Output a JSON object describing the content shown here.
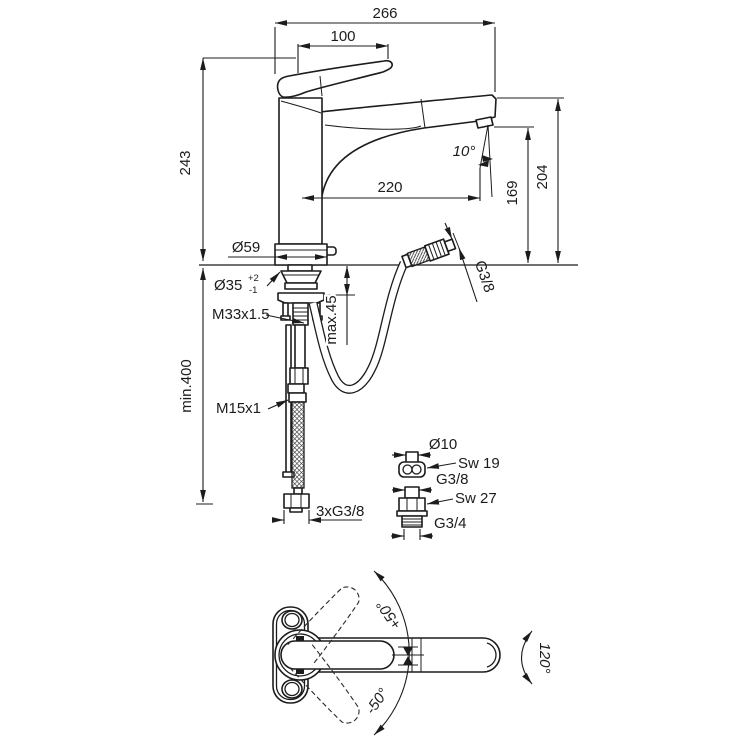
{
  "drawing": {
    "type": "technical-dimension-drawing",
    "subject": "kitchen mixer tap with pull-out spray: side elevation with installation dimensions, connector detail and plan view with swivel angles",
    "colors": {
      "background": "#ffffff",
      "line": "#1c1c1c"
    },
    "main_view": {
      "dim_overall_depth": "266",
      "dim_handle_reach": "100",
      "dim_height_above_deck": "243",
      "dim_spout_reach": "220",
      "dim_spray_angle": "10°",
      "dim_outlet_height": "169",
      "dim_head_height": "204",
      "dim_base_diameter": "Ø59",
      "dim_hole_diameter": "Ø35",
      "dim_hole_tol_upper": "+2",
      "dim_hole_tol_lower": "-1",
      "dim_shank_thread": "M33x1.5",
      "dim_max_deck_thickness": "max.45",
      "dim_hose_connection": "G3/8",
      "dim_min_clearance": "min.400",
      "dim_hose_thread": "M15x1",
      "dim_supply_connections": "3xG3/8"
    },
    "detail_view": {
      "dim_hose_diameter": "Ø10",
      "dim_wrench_size_1": "Sw 19",
      "dim_thread_1": "G3/8",
      "dim_wrench_size_2": "Sw 27",
      "dim_thread_2": "G3/4"
    },
    "plan_view": {
      "dim_handle_swivel_up": "+50°",
      "dim_handle_swivel_down": "-50°",
      "dim_handle_swivel_total": "120°"
    }
  }
}
